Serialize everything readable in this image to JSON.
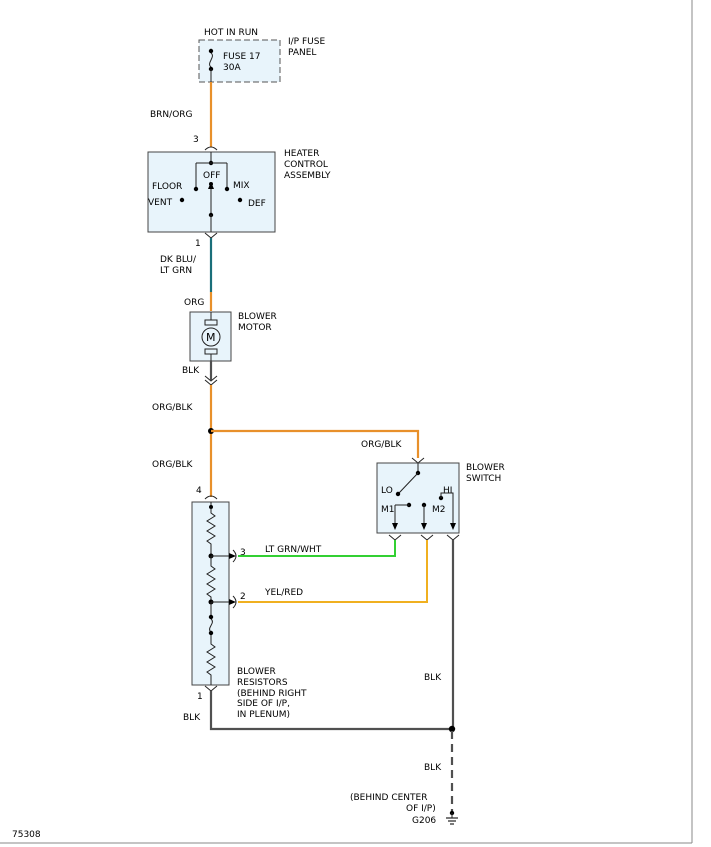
{
  "fuse": {
    "supply_label": "HOT IN RUN",
    "panel_line1": "I/P FUSE",
    "panel_line2": "PANEL",
    "fuse_name": "FUSE 17",
    "fuse_rating": "30A"
  },
  "wires": {
    "brn_org": "BRN/ORG",
    "dk_blu_line1": "DK BLU/",
    "dk_blu_line2": "LT GRN",
    "org": "ORG",
    "blk_motor": "BLK",
    "org_blk_1": "ORG/BLK",
    "org_blk_2": "ORG/BLK",
    "org_blk_switch": "ORG/BLK",
    "lt_grn_wht": "LT GRN/WHT",
    "yel_red": "YEL/RED",
    "blk_switch": "BLK",
    "blk_resistor": "BLK",
    "blk_ground": "BLK"
  },
  "heater_control": {
    "name_line1": "HEATER",
    "name_line2": "CONTROL",
    "name_line3": "ASSEMBLY",
    "pin_top": "3",
    "pin_bottom": "1",
    "pos_off": "OFF",
    "pos_floor": "FLOOR",
    "pos_mix": "MIX",
    "pos_vent": "VENT",
    "pos_def": "DEF"
  },
  "blower_motor": {
    "name_line1": "BLOWER",
    "name_line2": "MOTOR",
    "symbol": "M"
  },
  "blower_switch": {
    "name_line1": "BLOWER",
    "name_line2": "SWITCH",
    "lo": "LO",
    "hi": "HI",
    "m1": "M1",
    "m2": "M2"
  },
  "blower_resistors": {
    "name_line1": "BLOWER",
    "name_line2": "RESISTORS",
    "note_line1": "(BEHIND RIGHT",
    "note_line2": "SIDE OF I/P,",
    "note_line3": "IN PLENUM)",
    "pin_top": "4",
    "pin_3": "3",
    "pin_2": "2",
    "pin_bottom": "1"
  },
  "ground": {
    "loc_line1": "(BEHIND CENTER",
    "loc_line2": "OF I/P)",
    "id": "G206"
  },
  "figure_id": "75308",
  "colors": {
    "brn_org": "#e8902a",
    "org_blk": "#e8902a",
    "dk_blu_lt_grn": "#1a6f7a",
    "blk": "#505050",
    "lt_grn_wht": "#33d033",
    "yel_red": "#f0b020",
    "component_fill": "#e8f4fb"
  }
}
